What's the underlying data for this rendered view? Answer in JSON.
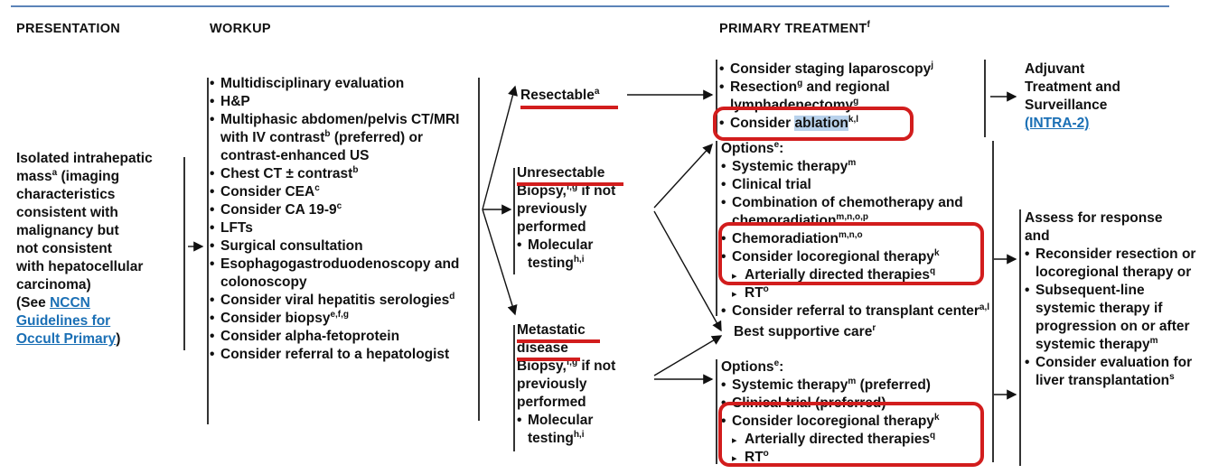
{
  "headers": {
    "presentation": "PRESENTATION",
    "workup": "WORKUP",
    "primary_treatment": "PRIMARY TREATMENT",
    "primary_treatment_sup": "f"
  },
  "presentation": {
    "line1": "Isolated intrahepatic",
    "mass": "mass",
    "mass_sup": "a",
    "mass_rest": " (imaging",
    "line3": "characteristics",
    "line4": "consistent with",
    "line5": "malignancy but",
    "line6": "not consistent",
    "line7": "with hepatocellular",
    "line8": "carcinoma)",
    "see": "(See ",
    "link1": "NCCN",
    "link2": "Guidelines for",
    "link3": "Occult Primary",
    "close": ")"
  },
  "workup": [
    {
      "text": "Multidisciplinary evaluation",
      "sup": ""
    },
    {
      "text": "H&P",
      "sup": ""
    },
    {
      "text": "Multiphasic abdomen/pelvis CT/MRI with IV contrast",
      "sup": "b",
      "after": " (preferred) or contrast-enhanced US"
    },
    {
      "text": "Chest CT ± contrast",
      "sup": "b"
    },
    {
      "text": "Consider CEA",
      "sup": "c"
    },
    {
      "text": "Consider CA 19-9",
      "sup": "c"
    },
    {
      "text": "LFTs",
      "sup": ""
    },
    {
      "text": "Surgical consultation",
      "sup": ""
    },
    {
      "text": "Esophagogastroduodenoscopy and colonoscopy",
      "sup": ""
    },
    {
      "text": "Consider viral hepatitis serologies",
      "sup": "d"
    },
    {
      "text": "Consider biopsy",
      "sup": "e,f,g"
    },
    {
      "text": "Consider alpha-fetoprotein",
      "sup": ""
    },
    {
      "text": "Consider referral to a hepatologist",
      "sup": ""
    }
  ],
  "resectable": {
    "label": "Resectable",
    "sup": "a"
  },
  "unresectable": {
    "label": "Unresectable",
    "biopsy": "Biopsy,",
    "biopsy_sup": "f,g",
    "biopsy_rest": " if not previously performed",
    "mol": "Molecular testing",
    "mol_sup": "h,i"
  },
  "metastatic": {
    "label1": "Metastatic",
    "label2": "disease",
    "biopsy": "Biopsy,",
    "biopsy_sup": "f,g",
    "biopsy_rest": " if not previously performed",
    "mol": "Molecular testing",
    "mol_sup": "h,i"
  },
  "resectable_tx": {
    "item1": "Consider staging laparoscopy",
    "item1_sup": "j",
    "item2a": "Resection",
    "item2_sup": "g",
    "item2b": " and regional",
    "item2c": "lymphadenectomy",
    "item2c_sup": "g",
    "item3a": "Consider ",
    "item3_hl": "ablation",
    "item3_sup": "k,l"
  },
  "adjuvant": {
    "line1": "Adjuvant",
    "line2": "Treatment and",
    "line3": "Surveillance",
    "link": "(INTRA-2)"
  },
  "unresectable_tx": {
    "options": "Options",
    "options_sup": "e",
    "items": [
      {
        "text": "Systemic therapy",
        "sup": "m"
      },
      {
        "text": "Clinical trial",
        "sup": ""
      },
      {
        "text": "Combination of chemotherapy and chemoradiation",
        "sup": "m,n,o,p"
      },
      {
        "text": "Chemoradiation",
        "sup": "m,n,o"
      }
    ],
    "loco": "Consider locoregional therapy",
    "loco_sup": "k",
    "sub1": "Arterially directed therapies",
    "sub1_sup": "q",
    "sub2": "RT",
    "sub2_sup": "o",
    "transplant": "Consider referral to transplant center",
    "transplant_sup": "a,l"
  },
  "bsc": {
    "text": "Best supportive care",
    "sup": "r"
  },
  "metastatic_tx": {
    "options": "Options",
    "options_sup": "e",
    "items": [
      {
        "text": "Systemic therapy",
        "sup": "m",
        "after": " (preferred)"
      },
      {
        "text": "Clinical trial (preferred)",
        "sup": ""
      }
    ],
    "loco": "Consider locoregional therapy",
    "loco_sup": "k",
    "sub1": "Arterially directed therapies",
    "sub1_sup": "q",
    "sub2": "RT",
    "sub2_sup": "o"
  },
  "assess": {
    "line1": "Assess for response",
    "line2": "and",
    "items": [
      {
        "text": "Reconsider resection or locoregional therapy or",
        "sup": ""
      },
      {
        "text": "Subsequent-line systemic therapy if progression on or after systemic therapy",
        "sup": "m"
      },
      {
        "text": "Consider evaluation for liver transplantation",
        "sup": "s"
      }
    ]
  },
  "colors": {
    "accent_line": "#5b83b8",
    "highlight": "#d21d1d",
    "link": "#1a6fb5"
  }
}
